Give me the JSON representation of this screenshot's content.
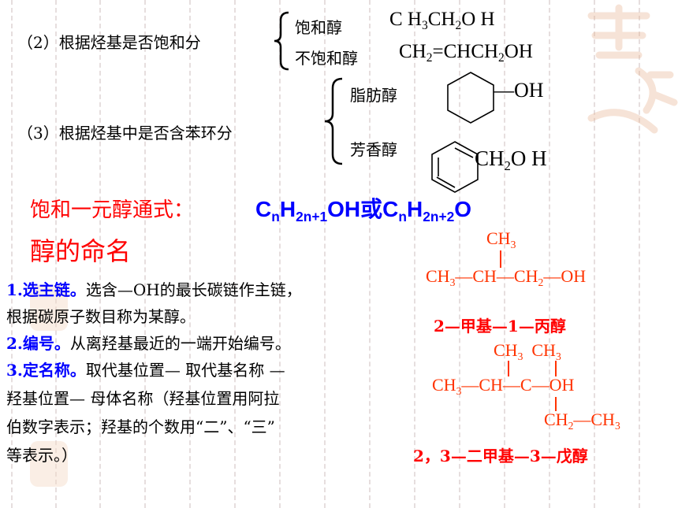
{
  "classification": {
    "by_saturation_label": "（2）根据烃基是否饱和分",
    "saturated_label": "饱和醇",
    "saturated_formula": {
      "a": "C H",
      "a_sub": "3",
      "b": "CH",
      "b_sub": "2",
      "c": "O H"
    },
    "unsaturated_label": "不饱和醇",
    "unsaturated_formula": {
      "a": "CH",
      "a_sub": "2",
      "b": "=CHCH",
      "b_sub": "2",
      "c": "OH"
    },
    "by_benzene_label": "（3）根据烃基中是否含苯环分",
    "aliphatic_label": "脂肪醇",
    "aliphatic_group": "OH",
    "aromatic_label": "芳香醇",
    "aromatic_group": {
      "a": "CH",
      "a_sub": "2",
      "b": "O H"
    }
  },
  "general_formula": {
    "label": "饱和一元醇通式：",
    "f1_a": "C",
    "f1_n": "n",
    "f1_b": "H",
    "f1_sub": "2n+1",
    "f1_c": "OH",
    "joiner": "或",
    "f2_a": "C",
    "f2_n": "n",
    "f2_b": "H",
    "f2_sub": "2n+2",
    "f2_c": "O"
  },
  "naming": {
    "title": "醇的命名",
    "step1_head": "1.选主链。",
    "step1_text": "选含—OH的最长碳链作主链，",
    "step1_text2": "根据碳原子数目称为某醇。",
    "step2_head": "2.编号。",
    "step2_text": "从离羟基最近的一端开始编号。",
    "step3_head": "3.定名称。",
    "step3_text": "取代基位置— 取代基名称 —",
    "step3_text2": "羟基位置— 母体名称（羟基位置用阿拉",
    "step3_text3": "伯数字表示；羟基的个数用“二”、“三”",
    "step3_text4": "等表示。）"
  },
  "example1": {
    "top": "CH",
    "top_sub": "3",
    "chain_a": "CH",
    "chain_a_sub": "3",
    "chain_b": "—CH—CH",
    "chain_b_sub": "2",
    "chain_c": "—OH",
    "name": "2—甲基—1—丙醇"
  },
  "example2": {
    "top_a": "CH",
    "top_a_sub": "3",
    "top_b": "CH",
    "top_b_sub": "3",
    "chain_a": "CH",
    "chain_a_sub": "3",
    "chain_b": "—CH—C—OH",
    "bottom_a": "CH",
    "bottom_a_sub": "2",
    "bottom_b": "—CH",
    "bottom_b_sub": "3",
    "name": "2，3—二甲基—3—戊醇"
  },
  "colors": {
    "title_red": "#ff0000",
    "formula_blue": "#0000ff",
    "example_orange": "#ff3300"
  }
}
